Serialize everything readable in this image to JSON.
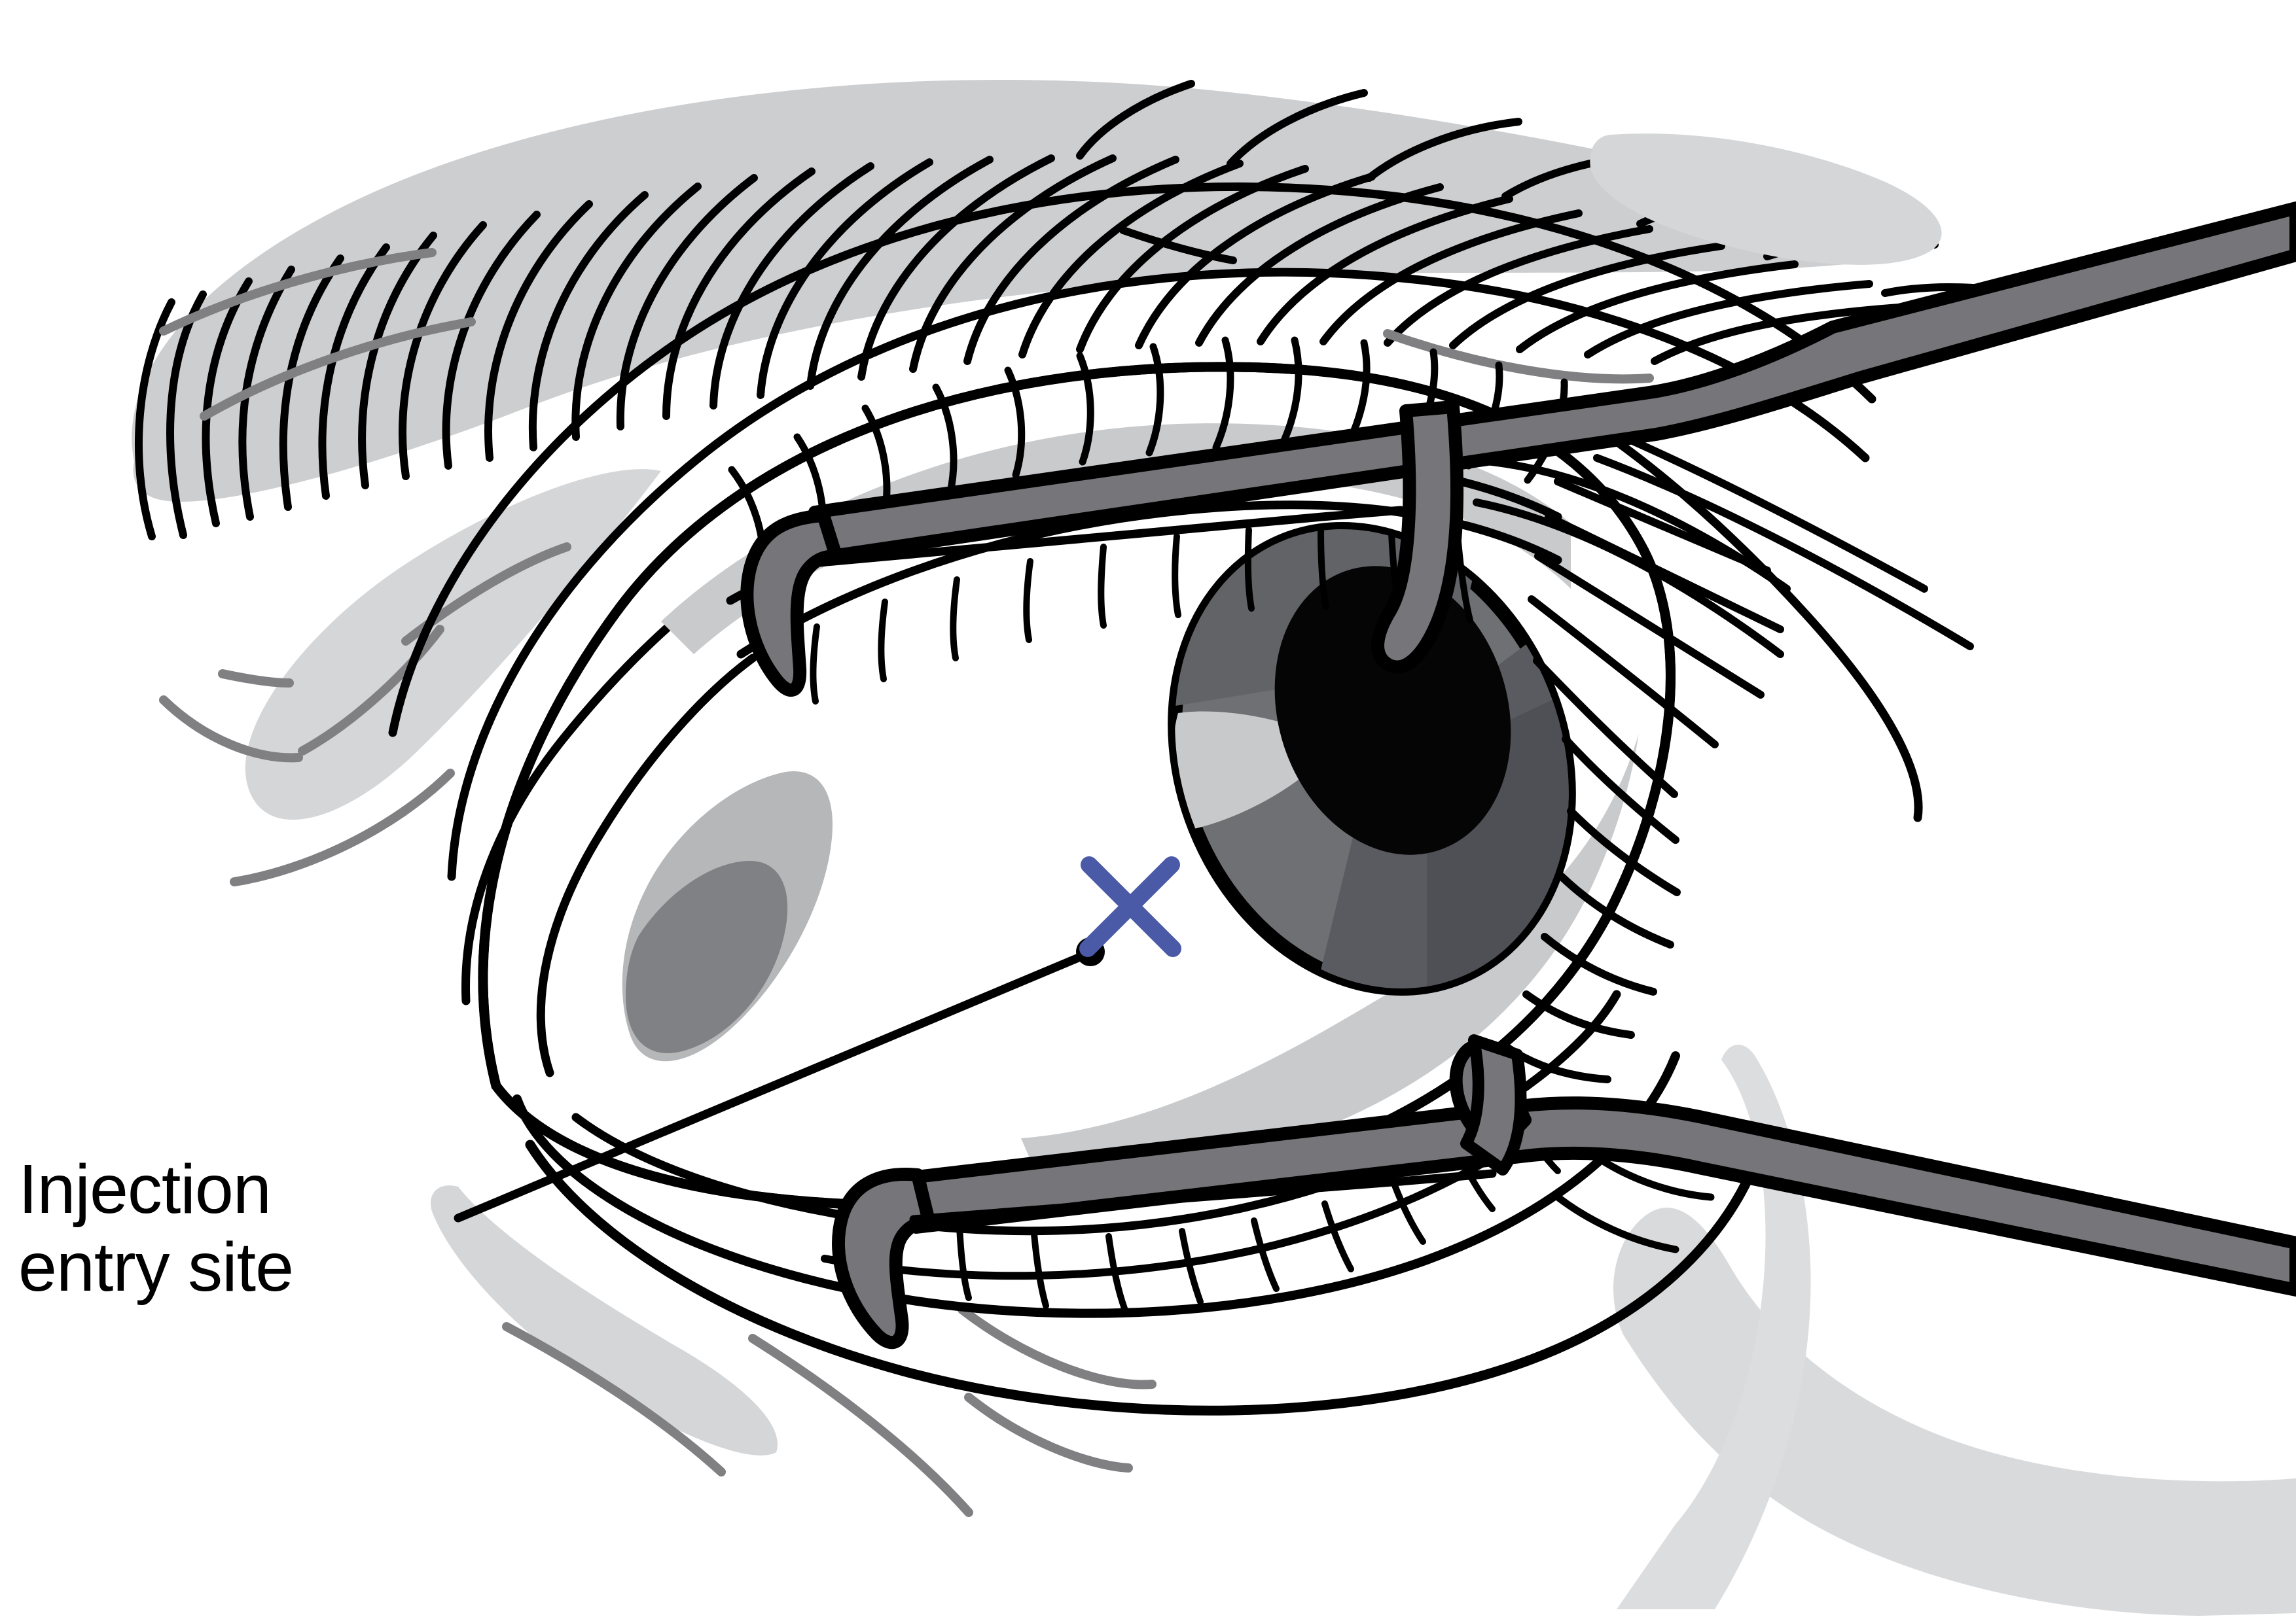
{
  "illustration": {
    "title": "Eyelid speculum with intravitreal injection entry site",
    "subject": "human eye held open by a lid speculum"
  },
  "annotation": {
    "label_line_1": "Injection",
    "label_line_2": "entry site",
    "marker_glyph": "X",
    "marker_name": "injection-site-x-marker",
    "leader_dot_name": "leader-endpoint-dot"
  },
  "colors": {
    "ink": "#000000",
    "marker_blue": "#4a5aa6",
    "metal_gray": "#76767a",
    "metal_gray_light": "#87878b",
    "skin_shadow": "#d5d6d8",
    "brow_gray": "#cdced0",
    "crease_gray": "#808083",
    "iris_gray": "#6f7074",
    "iris_dark": "#5a5b60",
    "iris_shadow": "#4d4e52",
    "pupil": "#050505",
    "iris_highlight": "#c8c9cb",
    "sclera_shadow": "#c9cacc",
    "caruncle": "#808184",
    "caruncle_light": "#b6b7b9",
    "paper": "#ffffff"
  },
  "parts": [
    {
      "name": "eyebrow",
      "label": "Eyebrow with hair strokes"
    },
    {
      "name": "upper-eyelid",
      "label": "Upper eyelid"
    },
    {
      "name": "lower-eyelid",
      "label": "Lower eyelid"
    },
    {
      "name": "upper-eyelashes",
      "label": "Upper eyelashes"
    },
    {
      "name": "lower-eyelashes",
      "label": "Lower eyelashes"
    },
    {
      "name": "sclera",
      "label": "Sclera (white of eye)"
    },
    {
      "name": "iris",
      "label": "Iris"
    },
    {
      "name": "pupil",
      "label": "Pupil"
    },
    {
      "name": "caruncle",
      "label": "Lacrimal caruncle"
    },
    {
      "name": "upper-speculum-blade",
      "label": "Upper speculum blade"
    },
    {
      "name": "lower-speculum-blade",
      "label": "Lower speculum blade"
    },
    {
      "name": "upper-speculum-arm",
      "label": "Upper speculum arm"
    },
    {
      "name": "lower-speculum-arm",
      "label": "Lower speculum arm"
    },
    {
      "name": "tarsal-plate-lines",
      "label": "Tarsal plate detail lines"
    }
  ]
}
